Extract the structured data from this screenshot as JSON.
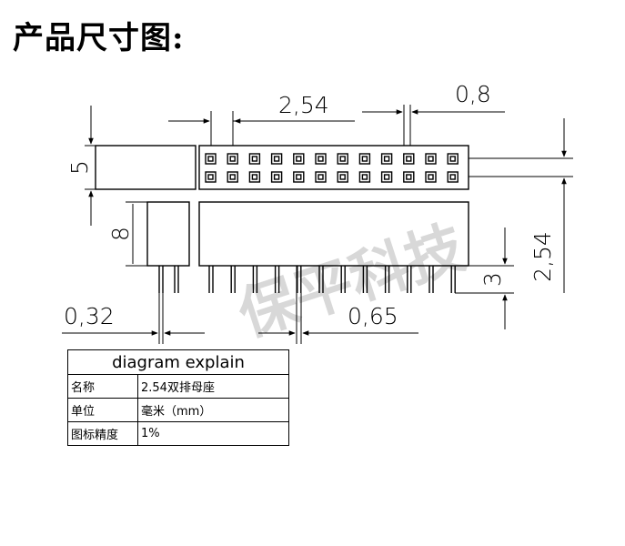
{
  "title": "产品尺寸图:",
  "dimensions": {
    "pitch": "2,54",
    "pin_width": "0,8",
    "body_height": "5",
    "side_height": "8",
    "pin_thickness": "0,32",
    "pin_spacing": "0,65",
    "pin_length": "3",
    "row_pitch": "2,54"
  },
  "watermark": "保平科技",
  "explain": {
    "heading": "diagram explain",
    "rows": [
      {
        "key": "名称",
        "value": "2.54双排母座"
      },
      {
        "key": "单位",
        "value": "毫米（mm）"
      },
      {
        "key": "图标精度",
        "value": "1%"
      }
    ]
  },
  "colors": {
    "line": "#000000",
    "watermark": "#b9b9b9"
  }
}
